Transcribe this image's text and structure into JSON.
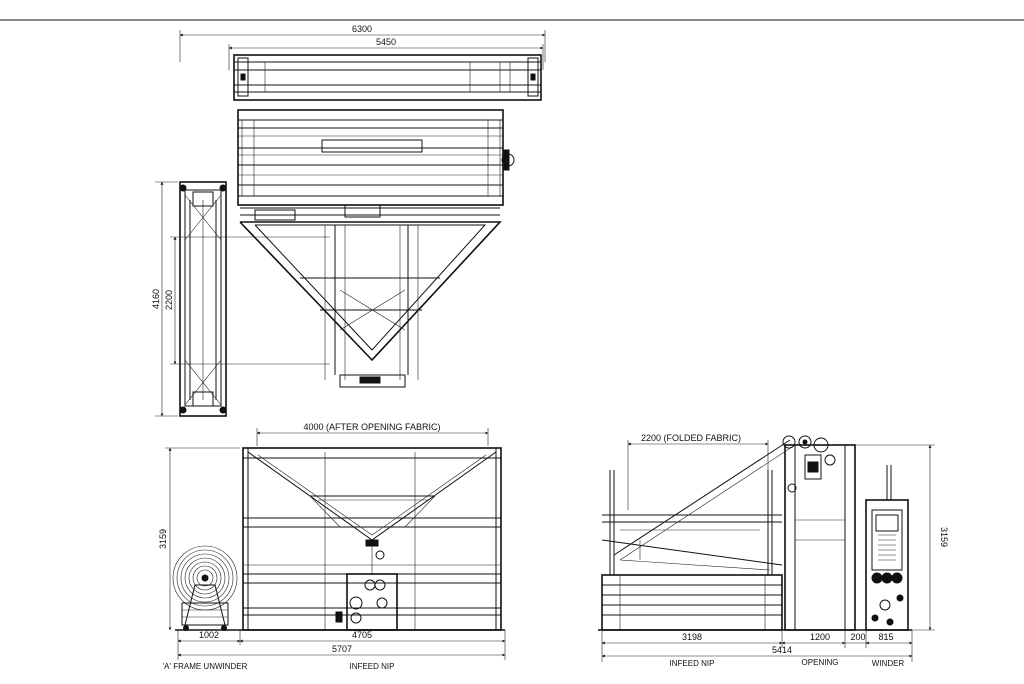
{
  "top_view": {
    "dim_overall_width": "6300",
    "dim_inner_width": "5450",
    "dim_overall_depth": "4160",
    "dim_inner_depth": "2200"
  },
  "front_view": {
    "dim_opening_width": "4000 (AFTER OPENING FABRIC)",
    "dim_height": "3159",
    "dim_unwinder": "1002",
    "dim_infeed": "4705",
    "dim_total": "5707",
    "caption_unwinder": "'A' FRAME UNWINDER",
    "caption_infeed": "INFEED NIP"
  },
  "side_view": {
    "dim_folded_width": "2200 (FOLDED FABRIC)",
    "dim_height": "3159",
    "dim_infeed": "3198",
    "dim_opening": "1200",
    "dim_gap": "200",
    "dim_winder": "815",
    "dim_total": "5414",
    "caption_infeed": "INFEED NIP",
    "caption_opening": "OPENING",
    "caption_winder": "WINDER"
  }
}
